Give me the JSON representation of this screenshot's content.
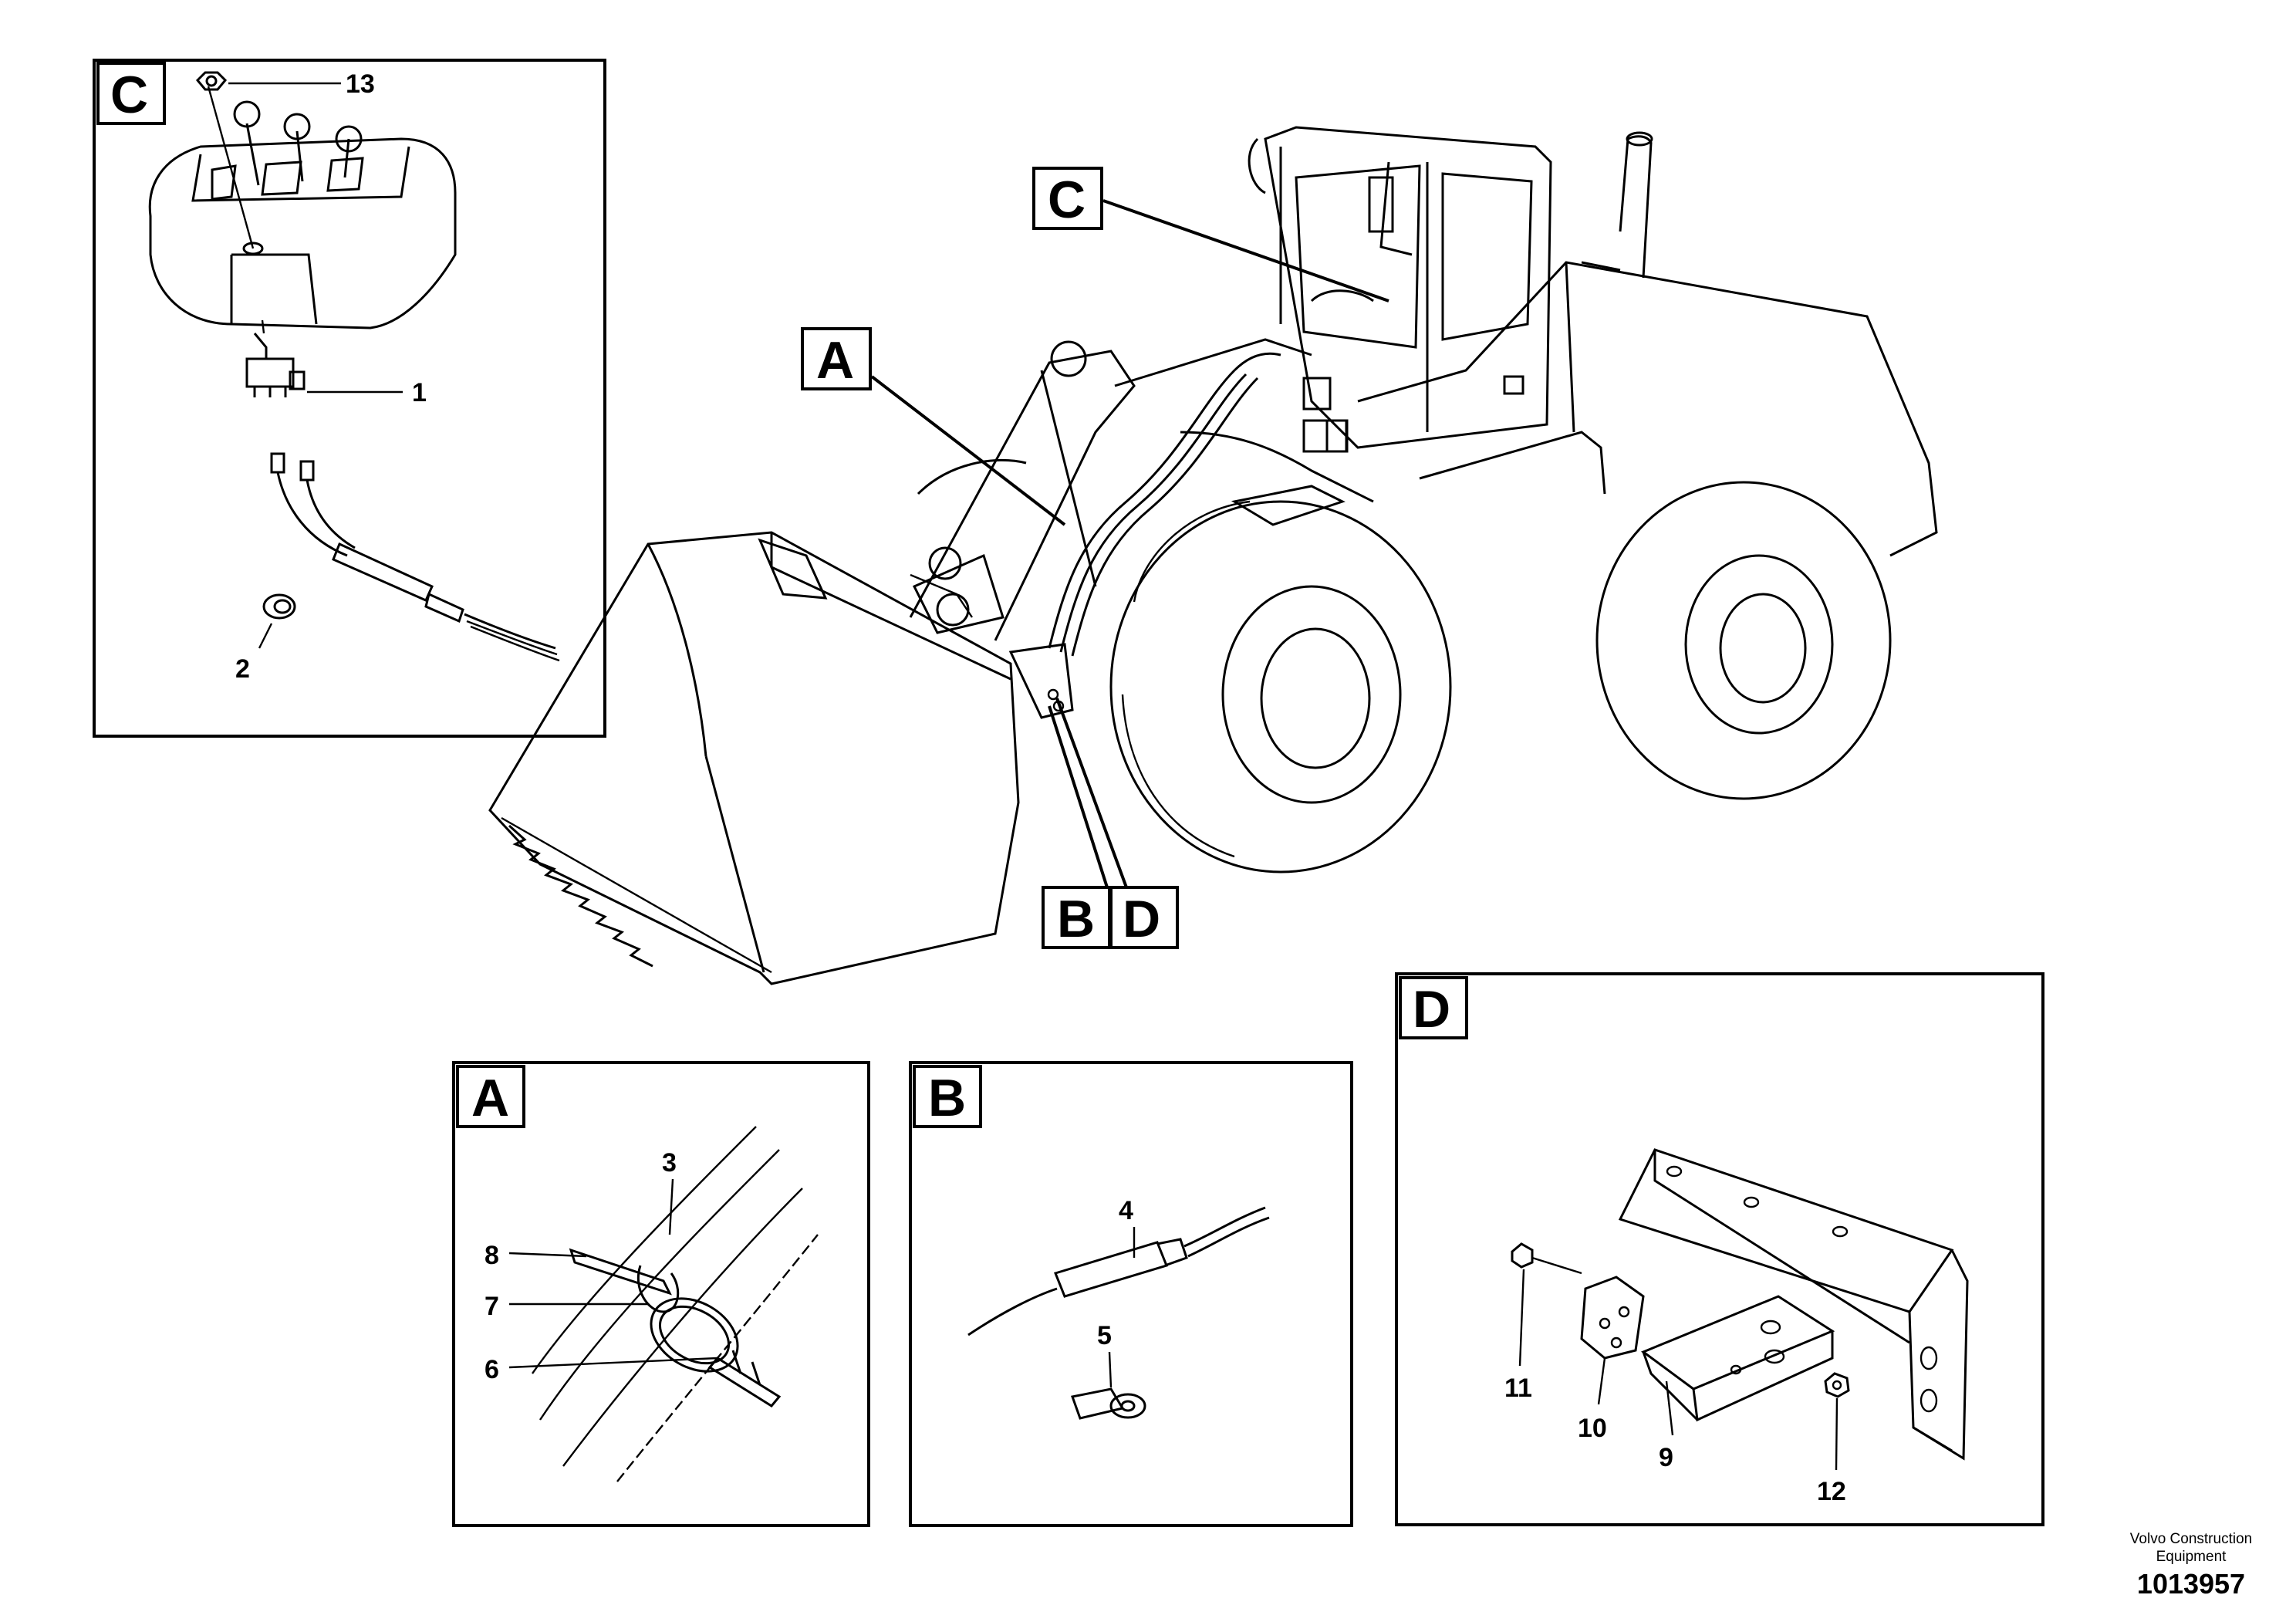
{
  "panels": {
    "C": {
      "letter": "C",
      "items": {
        "p1": "1",
        "p2": "2",
        "p13": "13"
      }
    },
    "A": {
      "letter": "A",
      "items": {
        "p3": "3",
        "p6": "6",
        "p7": "7",
        "p8": "8"
      }
    },
    "B": {
      "letter": "B",
      "items": {
        "p4": "4",
        "p5": "5"
      }
    },
    "D": {
      "letter": "D",
      "items": {
        "p9": "9",
        "p10": "10",
        "p11": "11",
        "p12": "12"
      }
    }
  },
  "main_view": {
    "callout_a": "A",
    "callout_b": "B",
    "callout_c": "C",
    "callout_d": "D"
  },
  "footer": {
    "company_line1": "Volvo Construction",
    "company_line2": "Equipment",
    "drawing_number": "1013957"
  }
}
